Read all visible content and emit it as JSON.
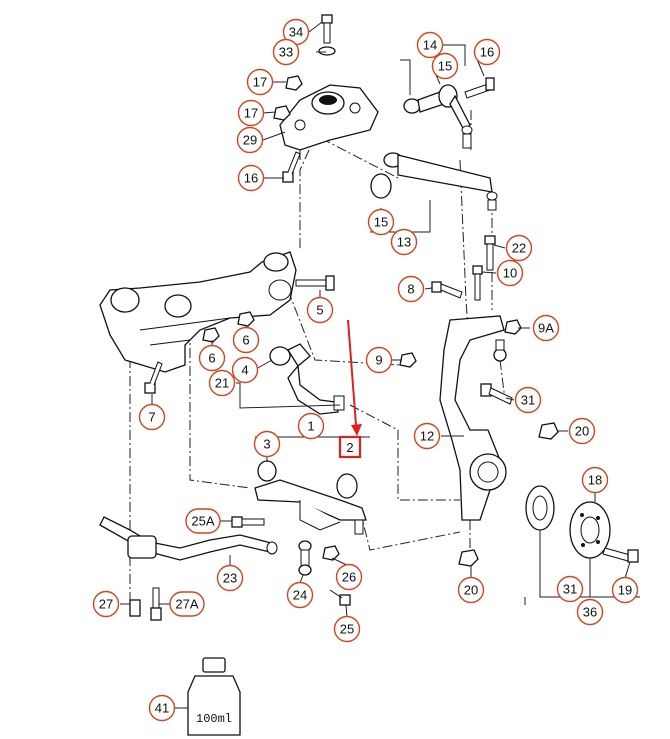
{
  "callouts": [
    {
      "id": "c34",
      "label": "34"
    },
    {
      "id": "c33",
      "label": "33"
    },
    {
      "id": "c17a",
      "label": "17"
    },
    {
      "id": "c17b",
      "label": "17"
    },
    {
      "id": "c29",
      "label": "29"
    },
    {
      "id": "c16a",
      "label": "16"
    },
    {
      "id": "c14",
      "label": "14"
    },
    {
      "id": "c15a",
      "label": "15"
    },
    {
      "id": "c16b",
      "label": "16"
    },
    {
      "id": "c15b",
      "label": "15"
    },
    {
      "id": "c13",
      "label": "13"
    },
    {
      "id": "c22",
      "label": "22"
    },
    {
      "id": "c10",
      "label": "10"
    },
    {
      "id": "c8",
      "label": "8"
    },
    {
      "id": "c5",
      "label": "5"
    },
    {
      "id": "c6a",
      "label": "6"
    },
    {
      "id": "c6b",
      "label": "6"
    },
    {
      "id": "c4",
      "label": "4"
    },
    {
      "id": "c21",
      "label": "21"
    },
    {
      "id": "c7",
      "label": "7"
    },
    {
      "id": "c9a",
      "label": "9A"
    },
    {
      "id": "c9",
      "label": "9"
    },
    {
      "id": "c31a",
      "label": "31"
    },
    {
      "id": "c1",
      "label": "1"
    },
    {
      "id": "c3",
      "label": "3"
    },
    {
      "id": "c12",
      "label": "12"
    },
    {
      "id": "c20a",
      "label": "20"
    },
    {
      "id": "c18",
      "label": "18"
    },
    {
      "id": "c25a",
      "label": "25A"
    },
    {
      "id": "c26",
      "label": "26"
    },
    {
      "id": "c23",
      "label": "23"
    },
    {
      "id": "c24",
      "label": "24"
    },
    {
      "id": "c27",
      "label": "27"
    },
    {
      "id": "c27a",
      "label": "27A"
    },
    {
      "id": "c25",
      "label": "25"
    },
    {
      "id": "c20b",
      "label": "20"
    },
    {
      "id": "c31b",
      "label": "31"
    },
    {
      "id": "c36",
      "label": "36"
    },
    {
      "id": "c19",
      "label": "19"
    },
    {
      "id": "c41",
      "label": "41"
    }
  ],
  "highlight": {
    "label": "2",
    "color": "#e0201a"
  },
  "bottle": {
    "label": "100ml"
  },
  "colors": {
    "callout_ring": "#d2451e",
    "highlight": "#e0201a",
    "line": "#111111"
  }
}
